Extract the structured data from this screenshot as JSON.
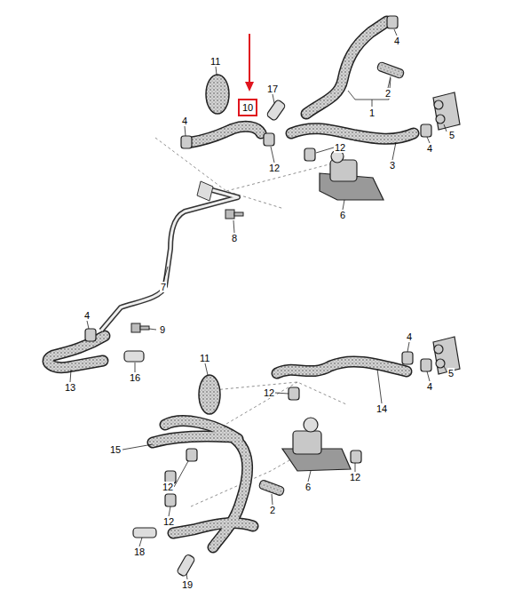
{
  "diagram": {
    "nodes": [
      {
        "text": [
          "10"
        ]
      }
    ],
    "labels": [
      "4",
      "11",
      "17",
      "2",
      "1",
      "4",
      "5",
      "12",
      "4",
      "3",
      "12",
      "6",
      "8",
      "7",
      "4",
      "9",
      "4",
      "11",
      "5",
      "16",
      "13",
      "4",
      "12",
      "14",
      "15",
      "12",
      "12",
      "6",
      "2",
      "12",
      "18",
      "19"
    ]
  }
}
